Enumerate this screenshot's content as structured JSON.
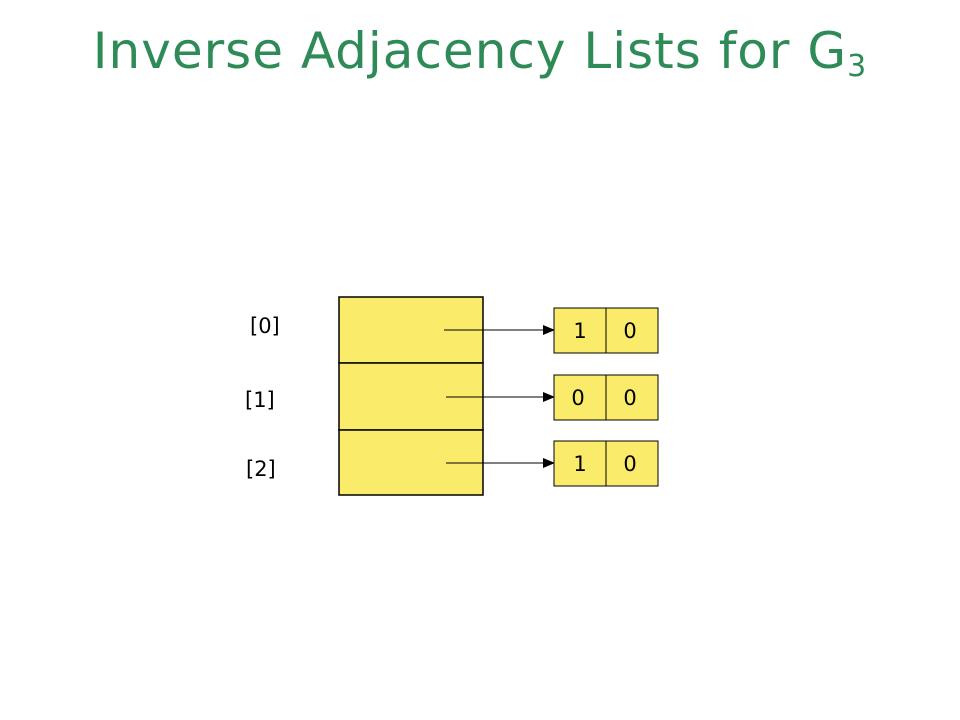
{
  "title": {
    "text": "Inverse Adjacency Lists for G",
    "subscript": "3"
  },
  "colors": {
    "title": "#2e8b57",
    "cell_fill": "#fbeb6b",
    "stroke": "#000000"
  },
  "vertex_array": [
    {
      "index_label": "[0]"
    },
    {
      "index_label": "[1]"
    },
    {
      "index_label": "[2]"
    }
  ],
  "list_nodes": [
    {
      "row": 0,
      "vertex": "1",
      "link": "0"
    },
    {
      "row": 1,
      "vertex": "0",
      "link": "0"
    },
    {
      "row": 2,
      "vertex": "1",
      "link": "0"
    }
  ]
}
